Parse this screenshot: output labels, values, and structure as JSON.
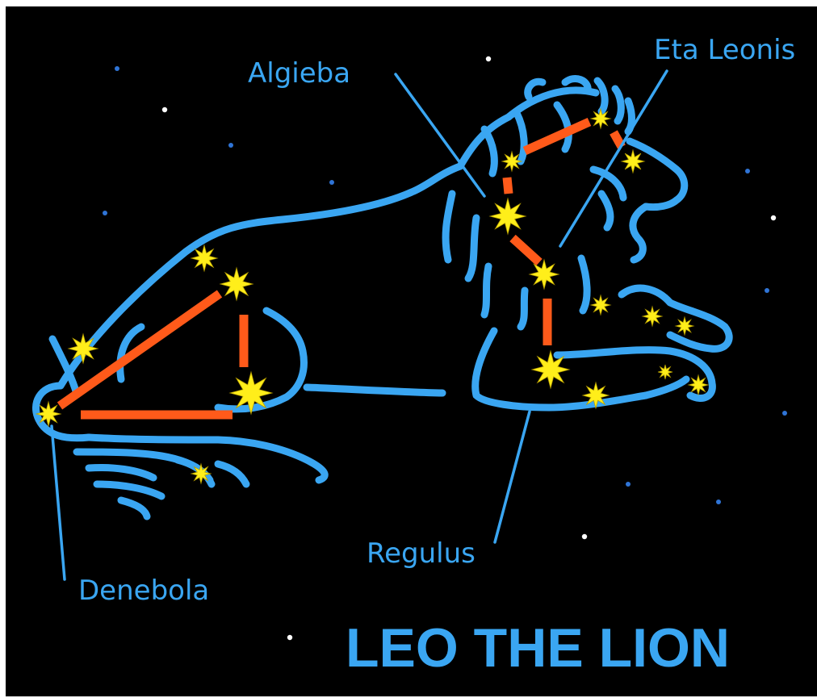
{
  "title": "LEO THE LION",
  "stars": {
    "algieba": "Algieba",
    "eta_leonis": "Eta Leonis",
    "regulus": "Regulus",
    "denebola": "Denebola"
  },
  "colors": {
    "background": "#000000",
    "outline": "#3aa6f2",
    "label": "#3aa6f2",
    "constellation_line": "#ff5a1a",
    "star": "#ffee1a",
    "star_stroke": "#b8a000",
    "white_dot": "#ffffff",
    "blue_dot": "#2f74d6"
  }
}
